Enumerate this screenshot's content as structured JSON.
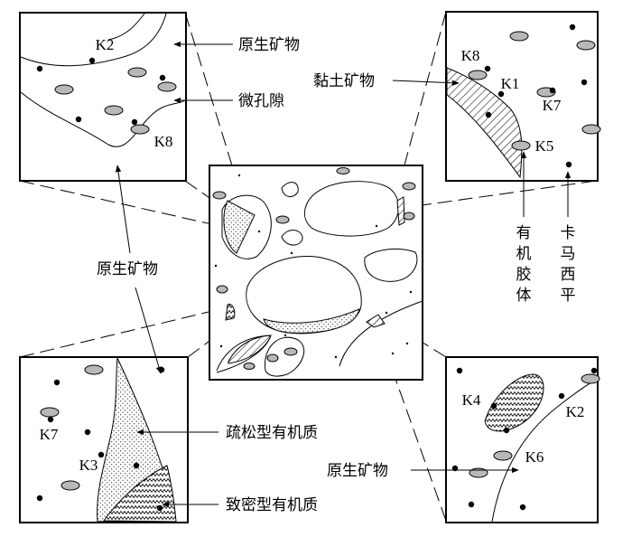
{
  "labels": {
    "primary_mineral": "原生矿物",
    "micropore": "微孔隙",
    "clay_mineral": "黏土矿物",
    "organic_colloid": "有机胶体",
    "kamaxiping": "卡马西平",
    "loose_organic": "疏松型有机质",
    "dense_organic": "致密型有机质"
  },
  "sites": {
    "k1": "K1",
    "k2": "K2",
    "k3": "K3",
    "k4": "K4",
    "k5": "K5",
    "k6": "K6",
    "k7": "K7",
    "k8": "K8"
  },
  "colors": {
    "ink": "#000000",
    "grain_fill": "#b8b8b8",
    "paper": "#ffffff"
  }
}
